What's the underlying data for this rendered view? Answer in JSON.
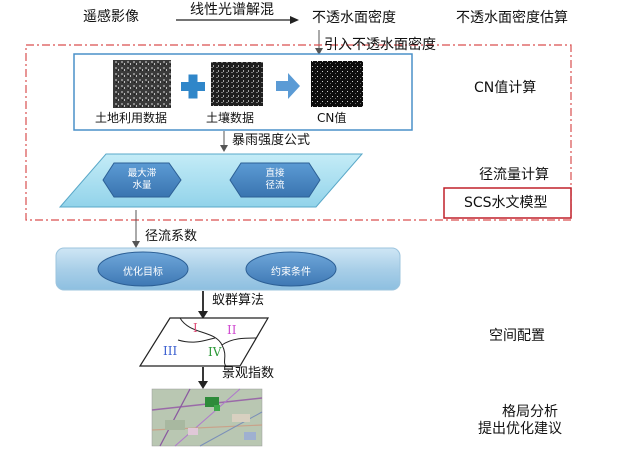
{
  "top": {
    "remote_sensing": "遥感影像",
    "linear_unmixing": "线性光谱解混",
    "impervious_density": "不透水面密度",
    "impervious_estimate": "不透水面密度估算",
    "introduce_impervious": "引入不透水面密度"
  },
  "cn_box": {
    "landuse_label": "土地利用数据",
    "soil_label": "土壤数据",
    "cn_label": "CN值",
    "section_label": "CN值计算"
  },
  "rainfall_formula": "暴雨强度公式",
  "parallelogram": {
    "max_retention_line1": "最大滞",
    "max_retention_line2": "水量",
    "direct_runoff_line1": "直接",
    "direct_runoff_line2": "径流",
    "section_label": "径流量计算"
  },
  "scs_model": "SCS水文模型",
  "runoff_coefficient": "径流系数",
  "optimization": {
    "objective": "优化目标",
    "constraint": "约束条件"
  },
  "ant_colony": "蚁群算法",
  "zones": {
    "i": "I",
    "ii": "II",
    "iii": "III",
    "iv": "IV",
    "section_label": "空间配置"
  },
  "landscape_index": "景观指数",
  "final": {
    "line1": "格局分析",
    "line2": "提出优化建议"
  },
  "colors": {
    "dash_red": "#d94f4f",
    "box_blue": "#4a90c8",
    "para_fill": "#aee0f0",
    "hex_fill": "#4a88c4",
    "cross_blue": "#2f86c9",
    "arrow_blue": "#5b9bd5",
    "bar_fill": "#a9cfe8",
    "scs_red": "#c0202a"
  }
}
